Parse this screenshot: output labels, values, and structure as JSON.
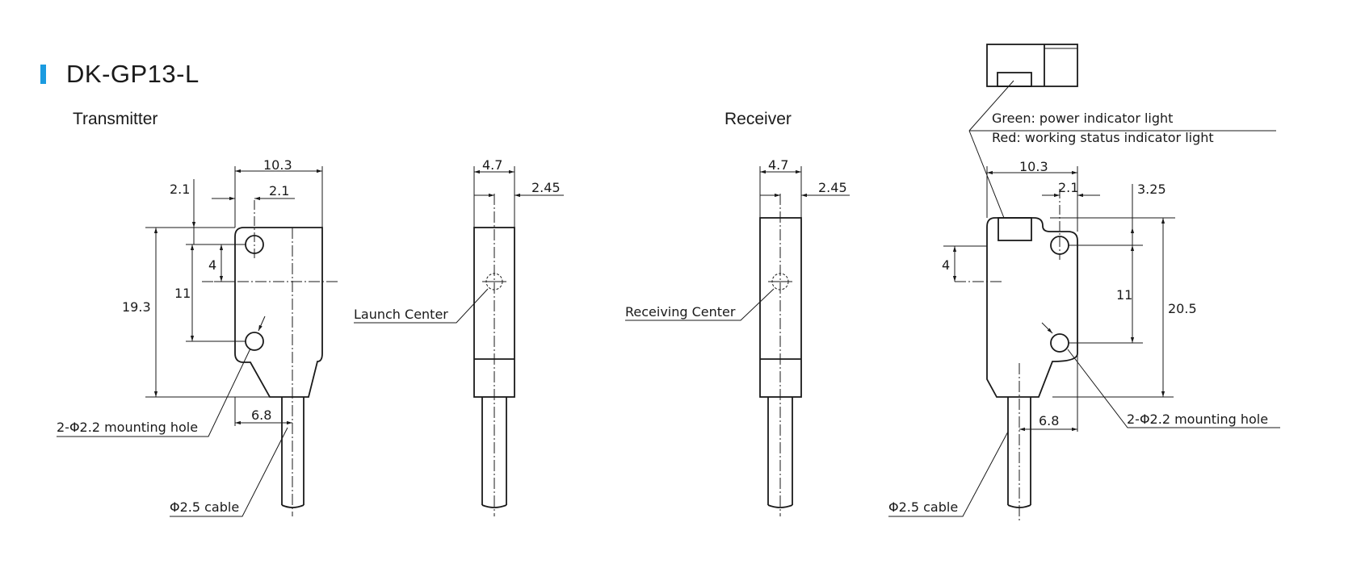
{
  "title": "DK-GP13-L",
  "colors": {
    "accent": "#1b9be0",
    "line": "#1a1a1a"
  },
  "transmitter": {
    "label": "Transmitter",
    "front": {
      "width": "10.3",
      "hole_top_offset": "2.1",
      "hole_side_offset": "2.1",
      "height": "19.3",
      "hole_spacing": "11",
      "center_offset": "4",
      "cable_offset": "6.8"
    },
    "side": {
      "width": "4.7",
      "depth": "2.45",
      "center_label": "Launch Center"
    },
    "mounting_hole": "2-Φ2.2 mounting hole",
    "cable": "Φ2.5 cable"
  },
  "receiver": {
    "label": "Receiver",
    "side": {
      "width": "4.7",
      "depth": "2.45",
      "center_label": "Receiving Center"
    },
    "front": {
      "width": "10.3",
      "hole_side_offset": "2.1",
      "top_offset": "3.25",
      "height": "20.5",
      "hole_spacing": "11",
      "center_offset": "4",
      "cable_offset": "6.8"
    },
    "indicator_green": "Green: power indicator light",
    "indicator_red": "Red: working status indicator light",
    "mounting_hole": "2-Φ2.2 mounting hole",
    "cable": "Φ2.5 cable"
  }
}
